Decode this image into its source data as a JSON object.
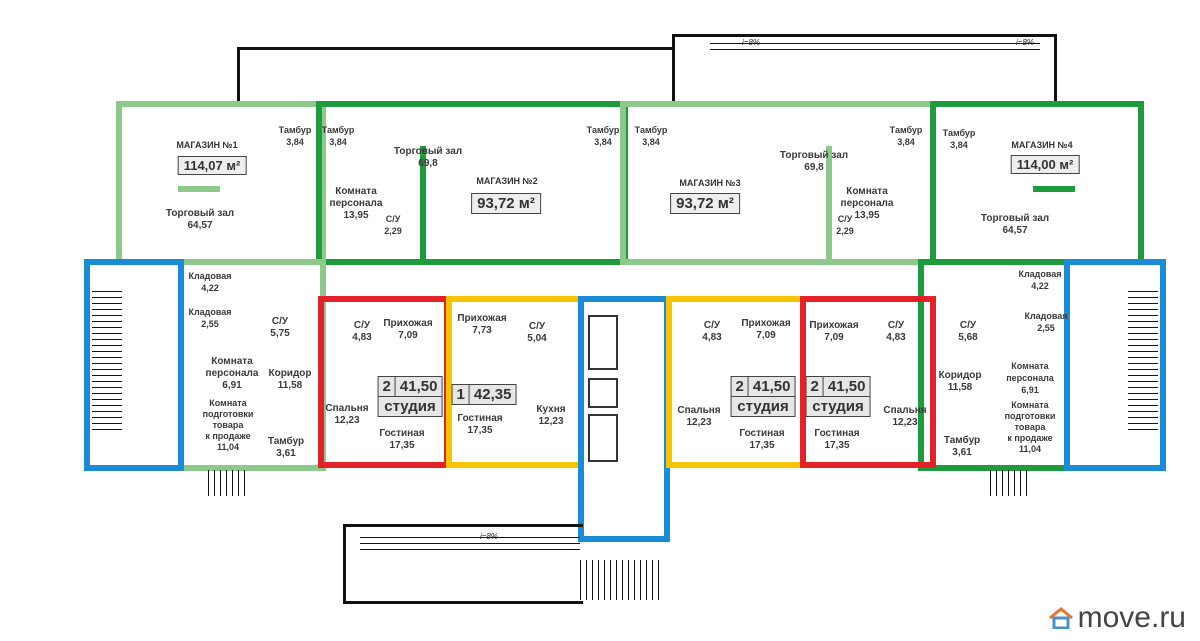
{
  "shops": [
    {
      "title": "МАГАЗИН №1",
      "area": "114,07 м²"
    },
    {
      "title": "МАГАЗИН №2",
      "area": "93,72 м²"
    },
    {
      "title": "МАГАЗИН №3",
      "area": "93,72 м²"
    },
    {
      "title": "МАГАЗИН №4",
      "area": "114,00 м²"
    }
  ],
  "apartments": [
    {
      "rooms": "2",
      "area": "41,50",
      "type": "студия"
    },
    {
      "rooms": "1",
      "area": "42,35"
    },
    {
      "rooms": "2",
      "area": "41,50",
      "type": "студия"
    },
    {
      "rooms": "2",
      "area": "41,50",
      "type": "студия"
    }
  ],
  "rooms": [
    {
      "name": "Торговый зал",
      "area": "64,57"
    },
    {
      "name": "Тамбур",
      "area": "3,84"
    },
    {
      "name": "Тамбур",
      "area": "3,84"
    },
    {
      "name": "Торговый зал",
      "area": "69,8"
    },
    {
      "name": "Комната\nперсонала",
      "area": "13,95"
    },
    {
      "name": "С/У",
      "area": "2,29"
    },
    {
      "name": "Тамбур",
      "area": "3,84"
    },
    {
      "name": "Тамбур",
      "area": "3,84"
    },
    {
      "name": "Торговый зал",
      "area": "69,8"
    },
    {
      "name": "Тамбур",
      "area": "3,84"
    },
    {
      "name": "Комната\nперсонала",
      "area": "13,95"
    },
    {
      "name": "С/У",
      "area": "2,29"
    },
    {
      "name": "Тамбур",
      "area": "3,84"
    },
    {
      "name": "Торговый зал",
      "area": "64,57"
    },
    {
      "name": "Кладовая",
      "area": "4,22"
    },
    {
      "name": "Кладовая",
      "area": "2,55"
    },
    {
      "name": "С/У",
      "area": "5,75"
    },
    {
      "name": "Комната\nперсонала",
      "area": "6,91"
    },
    {
      "name": "Коридор",
      "area": "11,58"
    },
    {
      "name": "Комната\nподготовки\nтовара\nк продаже",
      "area": "11,04"
    },
    {
      "name": "Тамбур",
      "area": "3,61"
    },
    {
      "name": "С/У",
      "area": "4,83"
    },
    {
      "name": "Прихожая",
      "area": "7,09"
    },
    {
      "name": "Спальня",
      "area": "12,23"
    },
    {
      "name": "Гостиная",
      "area": "17,35"
    },
    {
      "name": "Прихожая",
      "area": "7,73"
    },
    {
      "name": "С/У",
      "area": "5,04"
    },
    {
      "name": "Гостиная",
      "area": "17,35"
    },
    {
      "name": "Кухня",
      "area": "12,23"
    },
    {
      "name": "С/У",
      "area": "4,83"
    },
    {
      "name": "Прихожая",
      "area": "7,09"
    },
    {
      "name": "Спальня",
      "area": "12,23"
    },
    {
      "name": "Гостиная",
      "area": "17,35"
    },
    {
      "name": "Прихожая",
      "area": "7,09"
    },
    {
      "name": "С/У",
      "area": "4,83"
    },
    {
      "name": "Гостиная",
      "area": "17,35"
    },
    {
      "name": "Спальня",
      "area": "12,23"
    },
    {
      "name": "С/У",
      "area": "5,68"
    },
    {
      "name": "Кладовая",
      "area": "4,22"
    },
    {
      "name": "Кладовая",
      "area": "2,55"
    },
    {
      "name": "Коридор",
      "area": "11,58"
    },
    {
      "name": "Комната\nперсонала",
      "area": "6,91"
    },
    {
      "name": "Комната\nподготовки\nтовара\nк продаже",
      "area": "11,04"
    },
    {
      "name": "Тамбур",
      "area": "3,61"
    }
  ],
  "ramps": [
    "i=8%",
    "i=8%",
    "i=8%"
  ],
  "watermark": "move.ru",
  "colors": {
    "shop_light": "#8cc98a",
    "shop_dark": "#1e9b3c",
    "apt_red": "#e32129",
    "apt_yellow": "#f6c500",
    "stairs_blue": "#1a8bd6"
  }
}
